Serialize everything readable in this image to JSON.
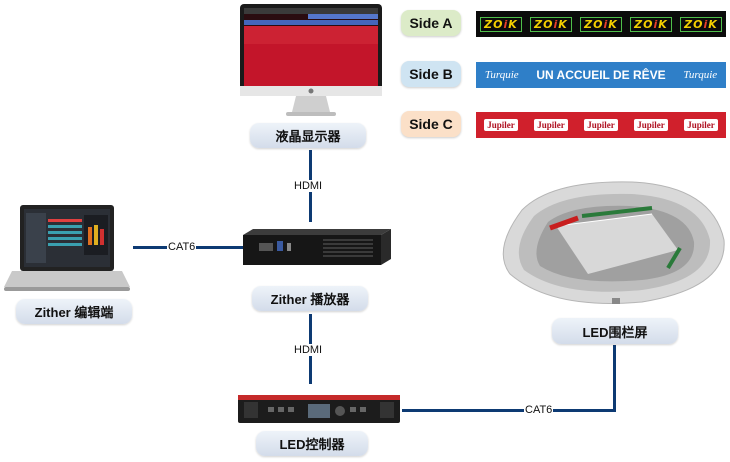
{
  "nodes": {
    "monitor": "液晶显示器",
    "player": "Zither 播放器",
    "editor": "Zither 编辑端",
    "controller": "LED控制器",
    "led_screen": "LED围栏屏"
  },
  "connections": {
    "monitor_player": "HDMI",
    "editor_player": "CAT6",
    "player_controller": "HDMI",
    "controller_screen": "CAT6"
  },
  "sides": [
    {
      "label": "Side A",
      "color": "#dcebc8",
      "banner_bg": "#0b0b0b",
      "banner_logos": [
        "ZOiK",
        "ZOiK",
        "ZOiK",
        "ZOiK",
        "ZOiK"
      ]
    },
    {
      "label": "Side B",
      "color": "#cfe4f2",
      "banner_bg": "#2f7fc8",
      "banner_text": "UN ACCUEIL DE RÊVE",
      "banner_logos": [
        "Turquie",
        "Turquie"
      ]
    },
    {
      "label": "Side C",
      "color": "#fbe0c8",
      "banner_bg": "#d0202c",
      "banner_logos": [
        "Jupiler",
        "Jupiler",
        "Jupiler",
        "Jupiler",
        "Jupiler"
      ]
    }
  ],
  "colors": {
    "connector": "#0d3a73",
    "pill_bg": "#dbe3ee"
  }
}
